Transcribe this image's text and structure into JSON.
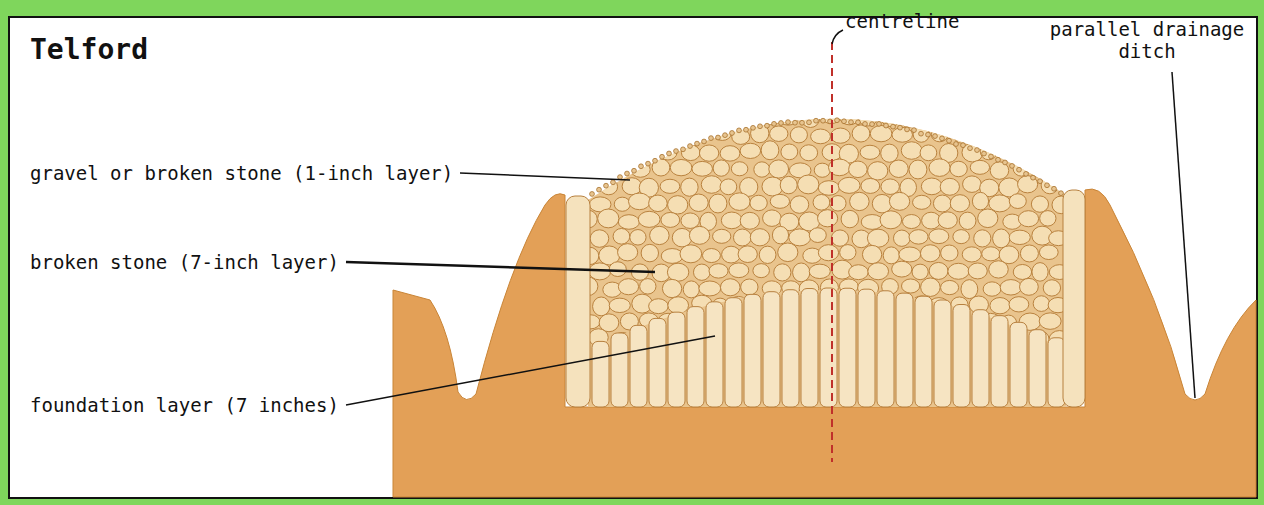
{
  "diagram": {
    "title": "Telford",
    "labels": [
      "centreline",
      "parallel drainage ditch",
      "gravel or broken stone (1-inch layer)",
      "broken stone (7-inch layer)",
      "foundation layer (7 inches)"
    ]
  }
}
